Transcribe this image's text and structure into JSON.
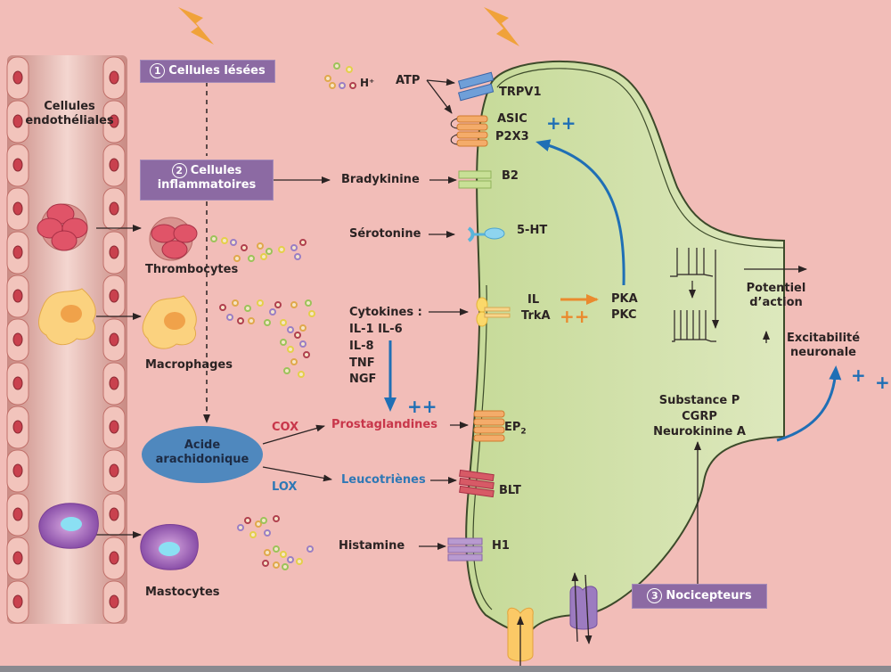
{
  "colors": {
    "background": "#f2bdb8",
    "neuron_fill": "#cfe0a6",
    "tag_purple": "#8c6aa3",
    "arrow_blue": "#1f6fb5",
    "arrow_orange": "#ea8a2e",
    "cox_red": "#c8364a",
    "lox_blue": "#2f78b5"
  },
  "vessel": {
    "label_line1": "Cellules",
    "label_line2": "endothéliales"
  },
  "tags": {
    "step1": {
      "num": "1",
      "label": "Cellules lésées"
    },
    "step2": {
      "num": "2",
      "label_line1": "Cellules",
      "label_line2": "inflammatoires"
    },
    "step3": {
      "num": "3",
      "label": "Nocicepteurs"
    }
  },
  "cells": {
    "thrombocytes": "Thrombocytes",
    "macrophages": "Macrophages",
    "mastocytes": "Mastocytes"
  },
  "mediators": {
    "hplus": "H⁺",
    "atp": "ATP",
    "bradykinine": "Bradykinine",
    "serotonine": "Sérotonine",
    "cytokines": "Cytokines :",
    "cytokine_list": [
      "IL-1 IL-6",
      "IL-8",
      "TNF",
      "NGF"
    ],
    "acide_line1": "Acide",
    "acide_line2": "arachidonique",
    "cox": "COX",
    "lox": "LOX",
    "prostaglandines": "Prostaglandines",
    "leucotrienes": "Leucotriènes",
    "histamine": "Histamine"
  },
  "receptors": {
    "trpv1": "TRPV1",
    "asic": "ASIC",
    "p2x3": "P2X3",
    "b2": "B2",
    "ht5": "5-HT",
    "il": "IL",
    "trka": "TrkA",
    "ep2": "EP",
    "ep2_sub": "2",
    "blt": "BLT",
    "h1": "H1"
  },
  "kinases": {
    "pka": "PKA",
    "pkc": "PKC"
  },
  "neuron": {
    "potentiel_line1": "Potentiel",
    "potentiel_line2": "d’action",
    "excit_line1": "Excitabilité",
    "excit_line2": "neuronale",
    "neuropeptides": [
      "Substance P",
      "CGRP",
      "Neurokinine A"
    ]
  },
  "signs": {
    "plusplus": "++",
    "plus": "+"
  }
}
